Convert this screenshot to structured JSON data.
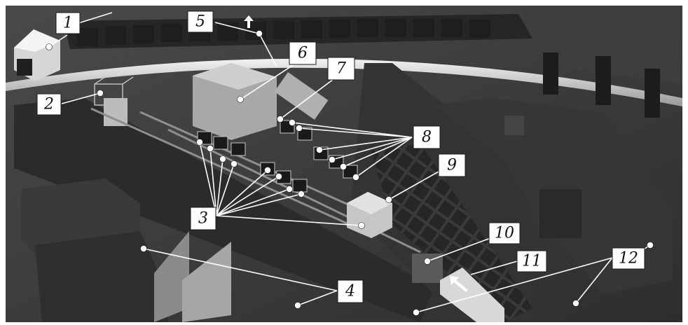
{
  "labels": [
    {
      "id": "l1",
      "text": "1"
    },
    {
      "id": "l2",
      "text": "2"
    },
    {
      "id": "l3",
      "text": "3"
    },
    {
      "id": "l4",
      "text": "4"
    },
    {
      "id": "l5",
      "text": "5"
    },
    {
      "id": "l6",
      "text": "6"
    },
    {
      "id": "l7",
      "text": "7"
    },
    {
      "id": "l8",
      "text": "8"
    },
    {
      "id": "l9",
      "text": "9"
    },
    {
      "id": "l10",
      "text": "10"
    },
    {
      "id": "l11",
      "text": "11"
    },
    {
      "id": "l12",
      "text": "12"
    }
  ]
}
